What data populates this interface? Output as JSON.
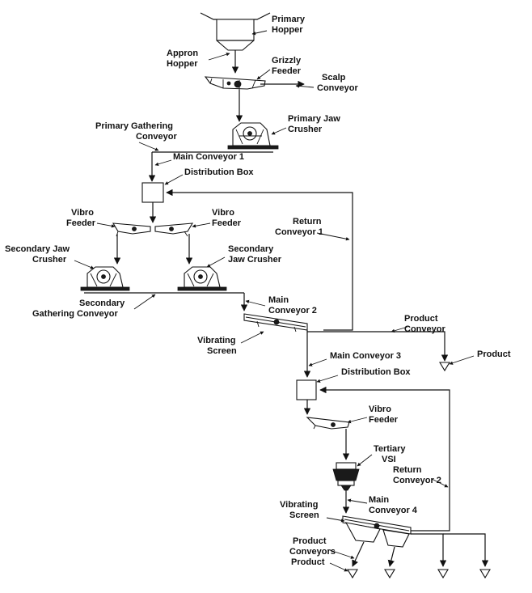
{
  "labels": {
    "primary_hopper": [
      "Primary",
      "Hopper"
    ],
    "appron_hopper": [
      "Appron",
      "Hopper"
    ],
    "grizzly_feeder": [
      "Grizzly",
      "Feeder"
    ],
    "scalp_conveyor": [
      "Scalp",
      "Conveyor"
    ],
    "primary_gathering_conveyor": [
      "Primary Gathering",
      "Conveyor"
    ],
    "primary_jaw_crusher": [
      "Primary Jaw",
      "Crusher"
    ],
    "main_conveyor_1": "Main Conveyor 1",
    "distribution_box_1": "Distribution Box",
    "vibro_feeder_left": [
      "Vibro",
      "Feeder"
    ],
    "vibro_feeder_right": [
      "Vibro",
      "Feeder"
    ],
    "return_conveyor_1": [
      "Return",
      "Conveyor 1"
    ],
    "secondary_jaw_crusher_left": [
      "Secondary Jaw",
      "Crusher"
    ],
    "secondary_jaw_crusher_right": [
      "Secondary",
      "Jaw Crusher"
    ],
    "secondary_gathering_conveyor": [
      "Secondary",
      "Gathering Conveyor"
    ],
    "main_conveyor_2": [
      "Main",
      "Conveyor 2"
    ],
    "product_conveyor": [
      "Product",
      "Conveyor"
    ],
    "vibrating_screen_1": [
      "Vibrating",
      "Screen"
    ],
    "product_1": "Product",
    "main_conveyor_3": "Main Conveyor 3",
    "distribution_box_2": "Distribution Box",
    "vibro_feeder_lower": [
      "Vibro",
      "Feeder"
    ],
    "tertiary_vsi": [
      "Tertiary",
      "VSI"
    ],
    "return_conveyor_2": [
      "Return",
      "Conveyor 2"
    ],
    "main_conveyor_4": [
      "Main",
      "Conveyor 4"
    ],
    "vibrating_screen_2": [
      "Vibrating",
      "Screen"
    ],
    "product_conveyors": [
      "Product",
      "Conveyors"
    ],
    "product_2": "Product"
  }
}
